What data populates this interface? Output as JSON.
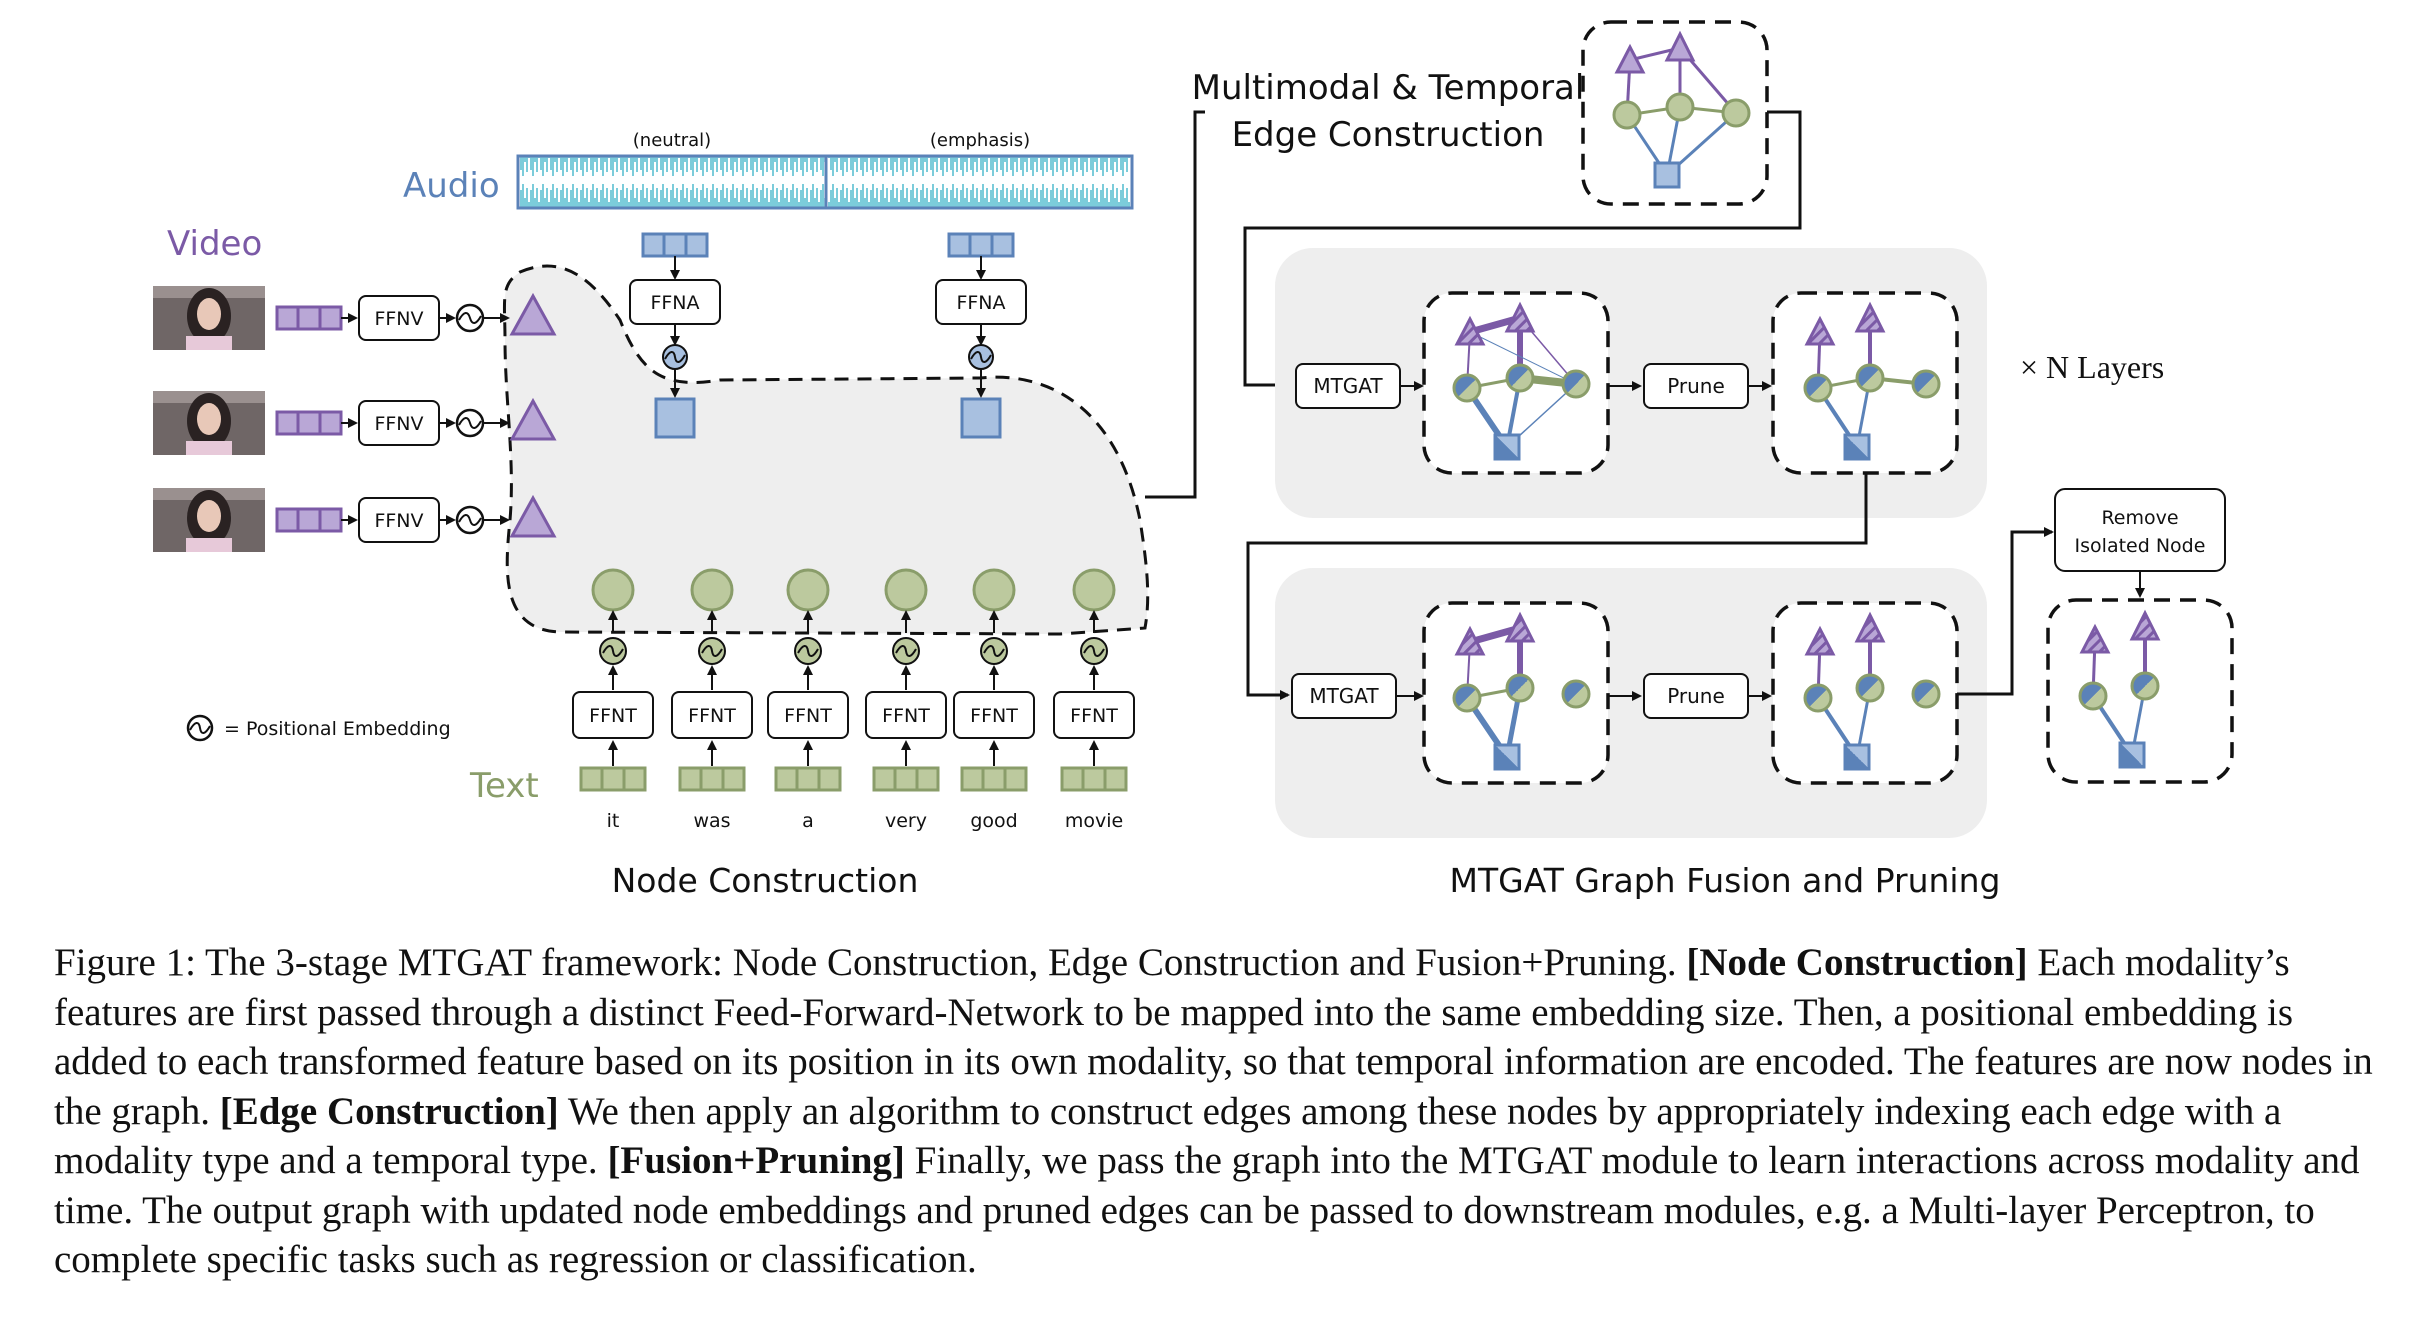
{
  "labels": {
    "audio": "Audio",
    "video": "Video",
    "text": "Text",
    "neutral": "(neutral)",
    "emphasis": "(emphasis)",
    "ffn_v": "FFNV",
    "ffn_a": "FFNA",
    "ffn_t": "FFNT",
    "positional_legend": "= Positional Embedding",
    "edge_construction_line1": "Multimodal & Temporal",
    "edge_construction_line2": "Edge Construction",
    "mtgat": "MTGAT",
    "prune": "Prune",
    "n_layers": "× N Layers",
    "remove_line1": "Remove",
    "remove_line2": "Isolated Node",
    "node_construction": "Node Construction",
    "fusion_pruning": "MTGAT Graph Fusion and Pruning"
  },
  "words": [
    "it",
    "was",
    "a",
    "very",
    "good",
    "movie"
  ],
  "caption": {
    "intro": "Figure 1: The 3-stage MTGAT framework: Node Construction, Edge Construction and Fusion+Pruning. ",
    "b1": "[Node Construction]",
    "t1": " Each modality’s features are first passed through a distinct Feed-Forward-Network to be mapped into the same embedding size. Then, a positional embedding is added to each transformed feature based on its position in its own modality, so that temporal information are encoded. The features are now nodes in the graph. ",
    "b2": "[Edge Construction]",
    "t2": " We then apply an algorithm to construct edges among these nodes by appropriately indexing each edge with a modality type and a temporal type. ",
    "b3": "[Fusion+Pruning]",
    "t3": " Finally, we pass the graph into the MTGAT module to learn interactions across modality and time. The output graph with updated node embeddings and pruned edges can be passed to downstream modules, e.g. a Multi-layer Perceptron, to complete specific tasks such as regression or classification."
  },
  "colors": {
    "video": "#7b5aa6",
    "audio": "#5b82b8",
    "text": "#8a9d6a",
    "waveform": "#5bbfd0",
    "panel": "#eeeeee"
  }
}
